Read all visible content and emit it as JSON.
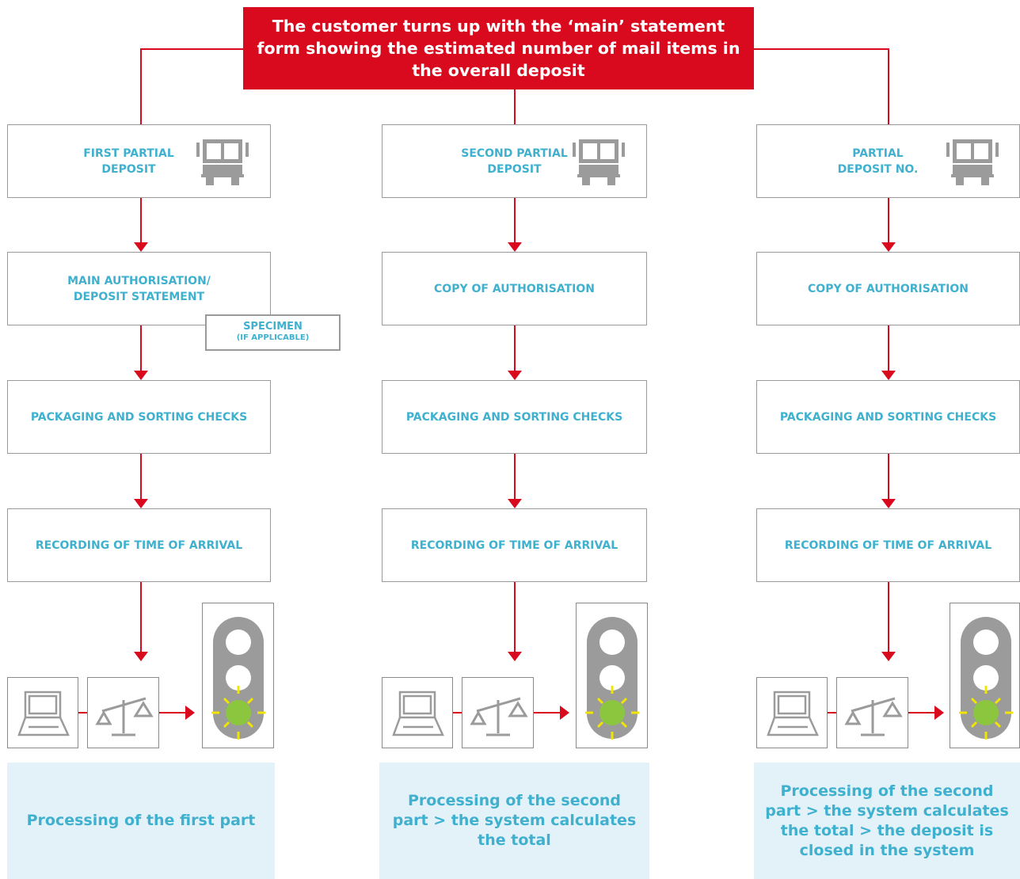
{
  "header": {
    "text": "The customer turns up with the ‘main’ statement form showing the estimated number of mail items in the overall deposit"
  },
  "columns": [
    {
      "deposit": "FIRST PARTIAL DEPOSIT",
      "authorisation": "MAIN AUTHORISATION/ DEPOSIT STATEMENT",
      "specimen_title": "SPECIMEN",
      "specimen_note": "(IF APPLICABLE)",
      "checks": "PACKAGING AND SORTING CHECKS",
      "recording": "RECORDING OF TIME OF ARRIVAL",
      "caption": "Processing of the first part"
    },
    {
      "deposit": "SECOND PARTIAL DEPOSIT",
      "authorisation": "COPY OF AUTHORISATION",
      "checks": "PACKAGING AND SORTING CHECKS",
      "recording": "RECORDING OF TIME OF ARRIVAL",
      "caption": "Processing of the second part > the system calculates the total"
    },
    {
      "deposit": "PARTIAL DEPOSIT NO.",
      "authorisation": "COPY OF AUTHORISATION",
      "checks": "PACKAGING AND SORTING CHECKS",
      "recording": "RECORDING OF TIME OF ARRIVAL",
      "caption": "Processing of the second part > the system calculates the total > the deposit is closed in the system"
    }
  ],
  "icons": {
    "truck": "truck-icon",
    "computer": "computer-icon",
    "scale": "scale-icon",
    "traffic_light": "traffic-light-icon"
  },
  "colors": {
    "accent_red": "#d90a1e",
    "label_blue": "#3fb1cf",
    "caption_bg": "#e3f1f8",
    "box_border": "#9a9a9a",
    "icon_grey": "#9b9b9b",
    "light_green": "#8cc63f",
    "light_yellow": "#f2e600"
  }
}
